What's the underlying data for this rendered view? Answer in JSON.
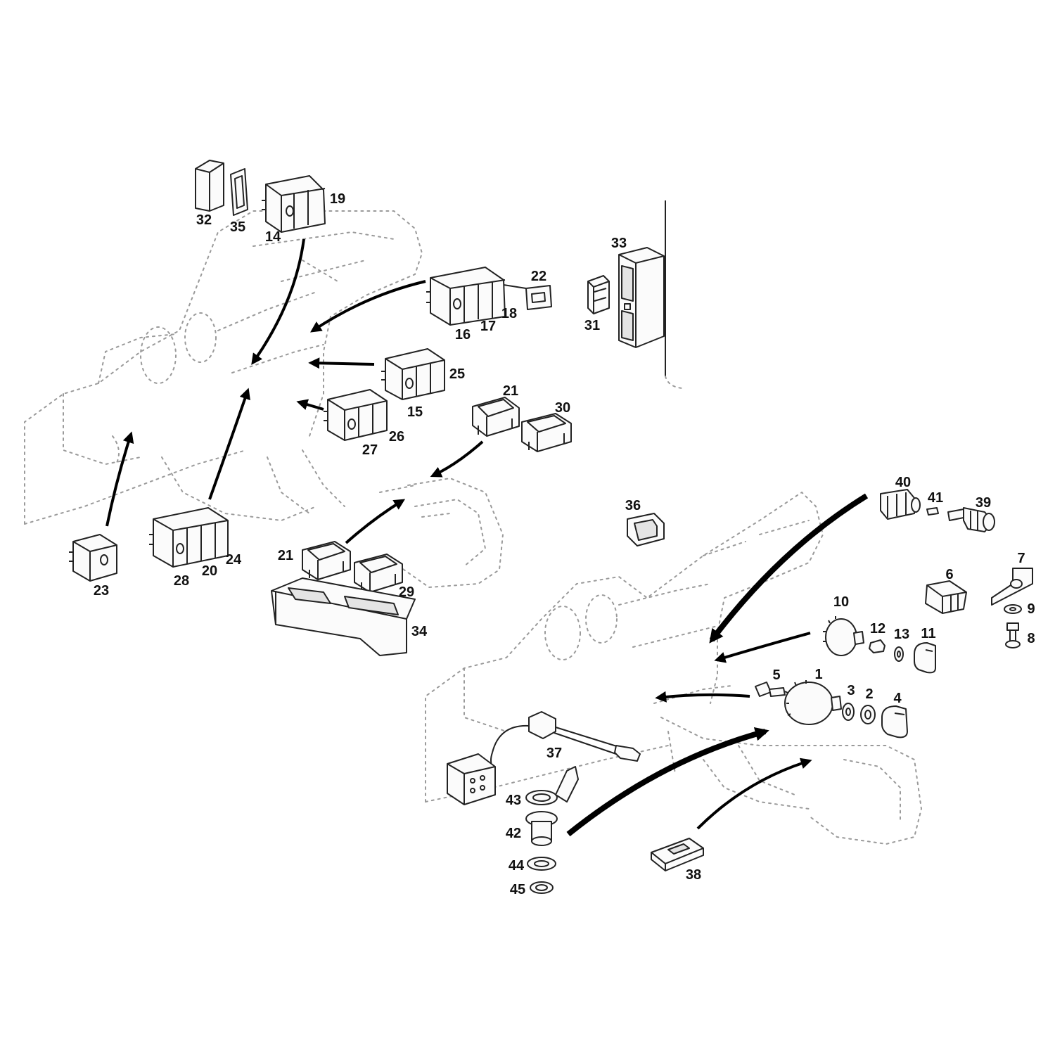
{
  "part_numbers": [
    "1",
    "2",
    "3",
    "4",
    "5",
    "6",
    "7",
    "8",
    "9",
    "10",
    "11",
    "12",
    "13",
    "14",
    "15",
    "16",
    "17",
    "18",
    "19",
    "20",
    "21",
    "21",
    "22",
    "23",
    "24",
    "25",
    "26",
    "27",
    "28",
    "29",
    "30",
    "31",
    "32",
    "33",
    "34",
    "35",
    "36",
    "37",
    "38",
    "39",
    "40",
    "41",
    "42",
    "43",
    "44",
    "45"
  ]
}
